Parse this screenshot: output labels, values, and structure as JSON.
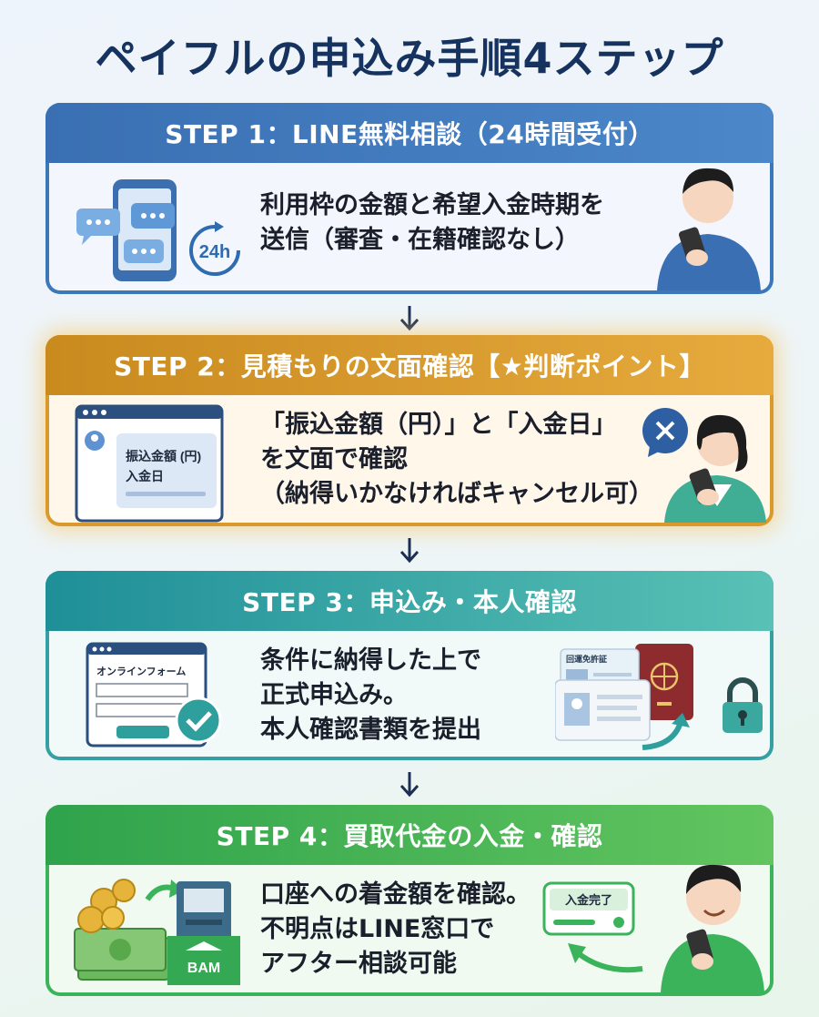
{
  "title": "ペイフルの申込み手順4ステップ",
  "steps": [
    {
      "header": "STEP 1：LINE無料相談（24時間受付）",
      "lines": [
        "利用枠の金額と希望入金時期を",
        "送信（審査・在籍確認なし）"
      ],
      "icon_text": "24h"
    },
    {
      "header": "STEP 2：見積もりの文面確認【★判断ポイント】",
      "lines": [
        "「振込金額（円）」と「入金日」",
        "を文面で確認",
        "（納得いかなければキャンセル可）"
      ],
      "card_line1": "振込金額 (円)",
      "card_line2": "入金日"
    },
    {
      "header": "STEP 3：申込み・本人確認",
      "lines": [
        "条件に納得した上で",
        "正式申込み。",
        "本人確認書類を提出"
      ],
      "form_label": "オンラインフォーム",
      "license_label": "回運免許証"
    },
    {
      "header": "STEP 4：買取代金の入金・確認",
      "lines": [
        "口座への着金額を確認。",
        "不明点はLINE窓口で",
        "アフター相談可能"
      ],
      "bank_label": "BAM",
      "done_label": "入金完了"
    }
  ],
  "colors": {
    "step1": "#3c77b8",
    "step2": "#d99a2b",
    "step3": "#34a0a4",
    "step4": "#3bb35a",
    "title": "#16335f"
  },
  "icons": [
    "phone-chat-icon",
    "clock-24h-icon",
    "person-phone-icon",
    "document-card-icon",
    "cancel-bubble-icon",
    "form-check-icon",
    "id-documents-icon",
    "lock-icon",
    "money-icon",
    "atm-icon",
    "deposit-card-icon",
    "down-arrow-icon"
  ]
}
